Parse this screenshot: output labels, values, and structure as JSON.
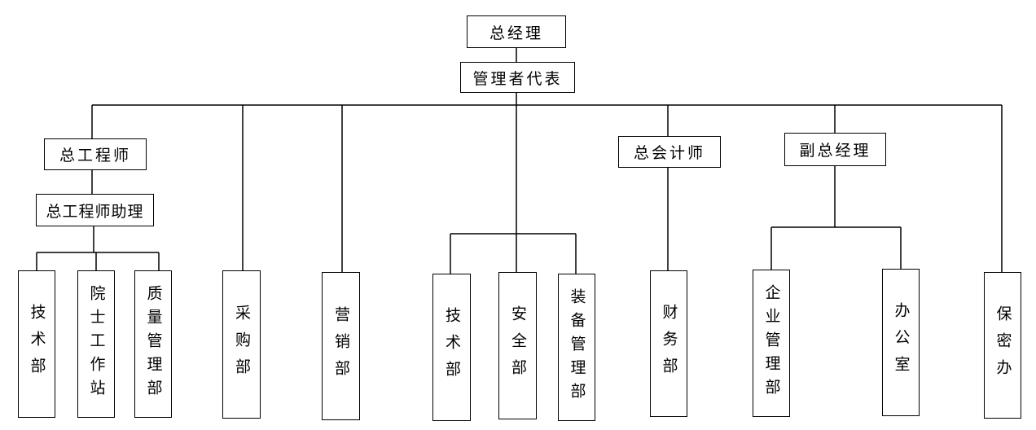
{
  "org": {
    "gm": "总经理",
    "mgmt_rep": "管理者代表",
    "chief_engineer": "总工程师",
    "chief_engineer_assistant": "总工程师助理",
    "chief_accountant": "总会计师",
    "deputy_gm": "副总经理",
    "departments": {
      "tech1": "技术部",
      "academician": "院士工作站",
      "quality": "质量管理部",
      "purchasing": "采购部",
      "marketing": "营销部",
      "tech2": "技术部",
      "safety": "安全部",
      "equipment": "装备管理部",
      "finance": "财务部",
      "enterprise": "企业管理部",
      "office": "办公室",
      "confidential": "保密办"
    }
  }
}
